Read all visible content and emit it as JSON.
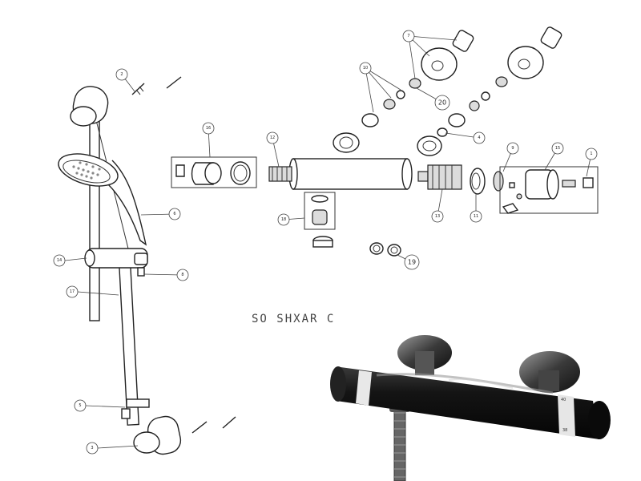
{
  "diagram": {
    "model_label": "SO SHXAR C",
    "callouts": {
      "c2": "2",
      "c7": "7",
      "c10": "10",
      "c20": "20",
      "c4": "4",
      "c16": "16",
      "c12": "12",
      "c9": "9",
      "c15": "15",
      "c1": "1",
      "c6": "6",
      "c18": "18",
      "c13": "13",
      "c11": "11",
      "c19": "19",
      "c14": "14",
      "c8": "8",
      "c17": "17",
      "c5": "5",
      "c3": "3"
    },
    "dial_marks": [
      "40",
      "38"
    ]
  }
}
